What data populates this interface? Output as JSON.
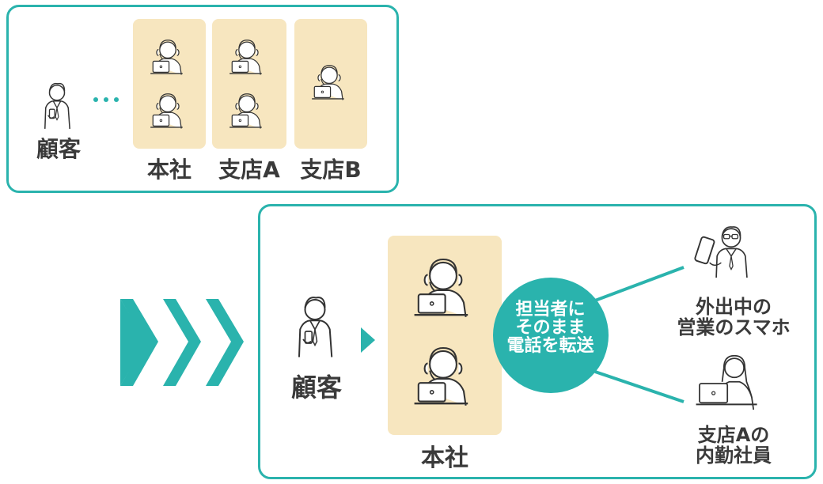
{
  "top": {
    "customer_label": "顧客",
    "branches": [
      {
        "label": "本社"
      },
      {
        "label": "支店A"
      },
      {
        "label": "支店B"
      }
    ]
  },
  "bottom": {
    "customer_label": "顧客",
    "hq_label": "本社",
    "circle_lines": [
      "担当者に",
      "そのまま",
      "電話を転送"
    ],
    "targets": [
      {
        "line1": "外出中の",
        "line2": "営業のスマホ"
      },
      {
        "line1": "支店Aの",
        "line2": "内勤社員"
      }
    ]
  },
  "colors": {
    "accent": "#2ab3ad",
    "panel": "#f7e6bf",
    "text": "#3a3a3a"
  },
  "icons": [
    "person-with-phone-icon",
    "operator-with-headset-icon",
    "ellipsis-icon",
    "forward-arrow-icon"
  ]
}
